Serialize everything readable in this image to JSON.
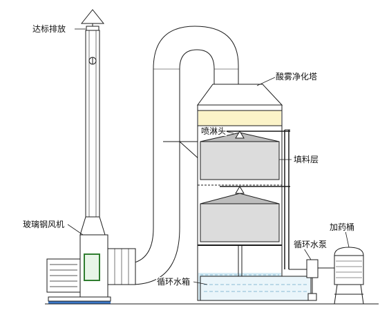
{
  "labels": {
    "exhaust": "达标排放",
    "tower": "酸雾净化塔",
    "spray_head": "喷淋头",
    "packing": "填料层",
    "fan": "玻璃钢风机",
    "dosing_bucket": "加药桶",
    "circulation_pump": "循环水泵",
    "water_tank": "循环水箱"
  },
  "colors": {
    "line": "#1a1a1a",
    "packing": "#d8d8d8",
    "spray_band": "#fbf3c8",
    "water": "#d6ecf5",
    "fan_motor": "#2f7d2f",
    "base": "#3c78c8"
  }
}
